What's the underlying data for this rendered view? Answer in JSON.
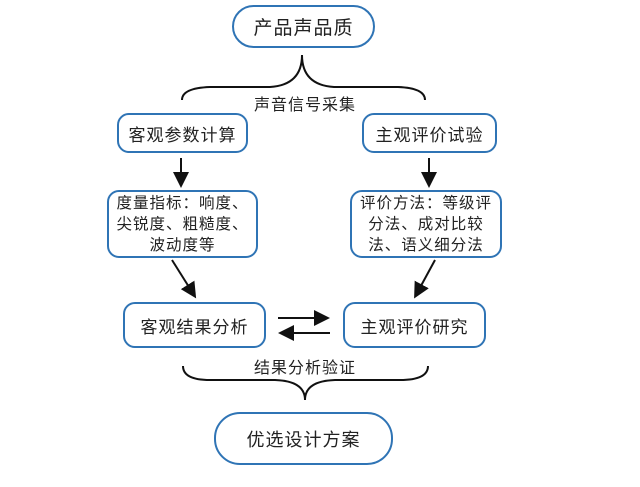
{
  "top": "产品声品质",
  "branch_label_top": "声音信号采集",
  "left": {
    "step1": "客观参数计算",
    "step2": "度量指标：响度、尖锐度、粗糙度、波动度等",
    "step3": "客观结果分析"
  },
  "right": {
    "step1": "主观评价试验",
    "step2": "评价方法：等级评分法、成对比较法、语义细分法",
    "step3": "主观评价研究"
  },
  "branch_label_bottom": "结果分析验证",
  "bottom": "优选设计方案",
  "colors": {
    "border": "#2f74b5",
    "line": "#111111"
  }
}
